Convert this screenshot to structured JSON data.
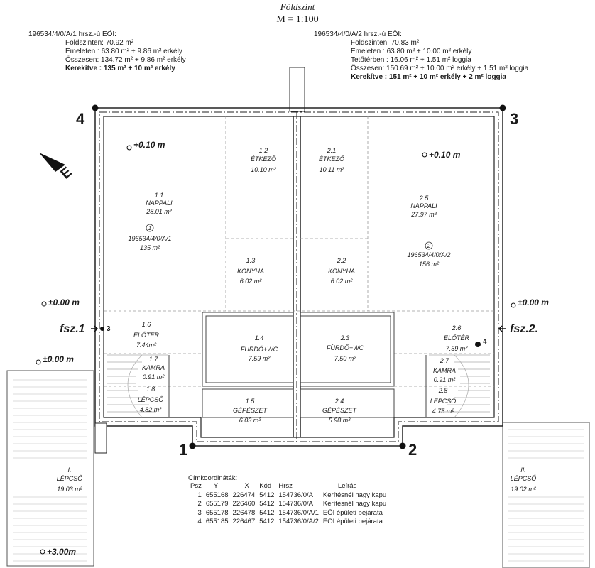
{
  "title": "Földszint",
  "scale": "M = 1:100",
  "unit_left": {
    "header": "196534/4/0/A/1 hrsz.-ú EÖI:",
    "lines": [
      {
        "label": "Földszinten:",
        "value": "70.92 m²"
      },
      {
        "label": "Emeleten :",
        "value": "63.80 m² + 9.86 m² erkély"
      },
      {
        "label": "Összesen:",
        "value": "134.72 m² + 9.86 m² erkély"
      }
    ],
    "total": "Kerekítve : 135 m² + 10 m² erkély"
  },
  "unit_right": {
    "header": "196534/4/0/A/2 hrsz.-ú EÖI:",
    "lines": [
      {
        "label": "Földszinten:",
        "value": "70.83 m²"
      },
      {
        "label": "Emeleten :",
        "value": "63.80 m² + 10.00 m² erkély"
      },
      {
        "label": "Tetőtérben :",
        "value": "16.06 m² + 1.51 m² loggia"
      },
      {
        "label": "Összesen:",
        "value": "150.69 m² + 10.00 m² erkély + 1.51 m² loggia"
      }
    ],
    "total": "Kerekítve : 151 m² + 10 m² erkély + 2 m² loggia"
  },
  "corners": [
    "4",
    "3",
    "1",
    "2"
  ],
  "entrances": [
    "fsz.1",
    "fsz.2."
  ],
  "entrance_markers": [
    "3",
    "4"
  ],
  "north_label": "E",
  "levels": {
    "upper_left": "+0.10 m",
    "upper_right": "+0.10 m",
    "zero_left": "±0.00 m",
    "zero_right": "±0.00 m",
    "zero_left_low": "±0.00 m",
    "bottom": "+3.00m"
  },
  "unit_tags": [
    {
      "num": "1",
      "id": "196534/4/0/A/1",
      "area": "135 m²"
    },
    {
      "num": "2",
      "id": "196534/4/0/A/2",
      "area": "156 m²"
    }
  ],
  "rooms": [
    {
      "num": "1.1",
      "name": "NAPPALI",
      "area": "28.01 m²"
    },
    {
      "num": "1.2",
      "name": "ÉTKEZŐ",
      "area": "10.10 m²"
    },
    {
      "num": "1.3",
      "name": "KONYHA",
      "area": "6.02 m²"
    },
    {
      "num": "1.4",
      "name": "FÜRDŐ+WC",
      "area": "7.59 m²"
    },
    {
      "num": "1.5",
      "name": "GÉPÉSZET",
      "area": "6.03 m²"
    },
    {
      "num": "1.6",
      "name": "ELŐTÉR",
      "area": "7.44m²"
    },
    {
      "num": "1.7",
      "name": "KAMRA",
      "area": "0.91 m²"
    },
    {
      "num": "1.8",
      "name": "LÉPCSŐ",
      "area": "4.82 m²"
    },
    {
      "num": "2.1",
      "name": "ÉTKEZŐ",
      "area": "10.11 m²"
    },
    {
      "num": "2.2",
      "name": "KONYHA",
      "area": "6.02 m²"
    },
    {
      "num": "2.3",
      "name": "FÜRDŐ+WC",
      "area": "7.50 m²"
    },
    {
      "num": "2.4",
      "name": "GÉPÉSZET",
      "area": "5.98 m²"
    },
    {
      "num": "2.5",
      "name": "NAPPALI",
      "area": "27.97 m²"
    },
    {
      "num": "2.6",
      "name": "ELŐTÉR",
      "area": "7.59 m²"
    },
    {
      "num": "2.7",
      "name": "KAMRA",
      "area": "0.91 m²"
    },
    {
      "num": "2.8",
      "name": "LÉPCSŐ",
      "area": "4.75 m²"
    }
  ],
  "stairs": [
    {
      "num": "I.",
      "name": "LÉPCSŐ",
      "area": "19.03 m²"
    },
    {
      "num": "II.",
      "name": "LÉPCSŐ",
      "area": "19.02 m²"
    }
  ],
  "coords": {
    "title": "Címkoordináták:",
    "headers": [
      "Psz",
      "Y",
      "X",
      "Kód",
      "Hrsz",
      "Leírás"
    ],
    "rows": [
      [
        "1",
        "655168",
        "226474",
        "5412",
        "154736/0/A",
        "Kerítésnél nagy kapu"
      ],
      [
        "2",
        "655179",
        "226460",
        "5412",
        "154736/0/A",
        "Kerítésnél nagy kapu"
      ],
      [
        "3",
        "655178",
        "226478",
        "5412",
        "154736/0/A/1",
        "EÖI épületi bejárata"
      ],
      [
        "4",
        "655185",
        "226467",
        "5412",
        "154736/0/A/2",
        "EÖI épületi bejárata"
      ]
    ]
  }
}
